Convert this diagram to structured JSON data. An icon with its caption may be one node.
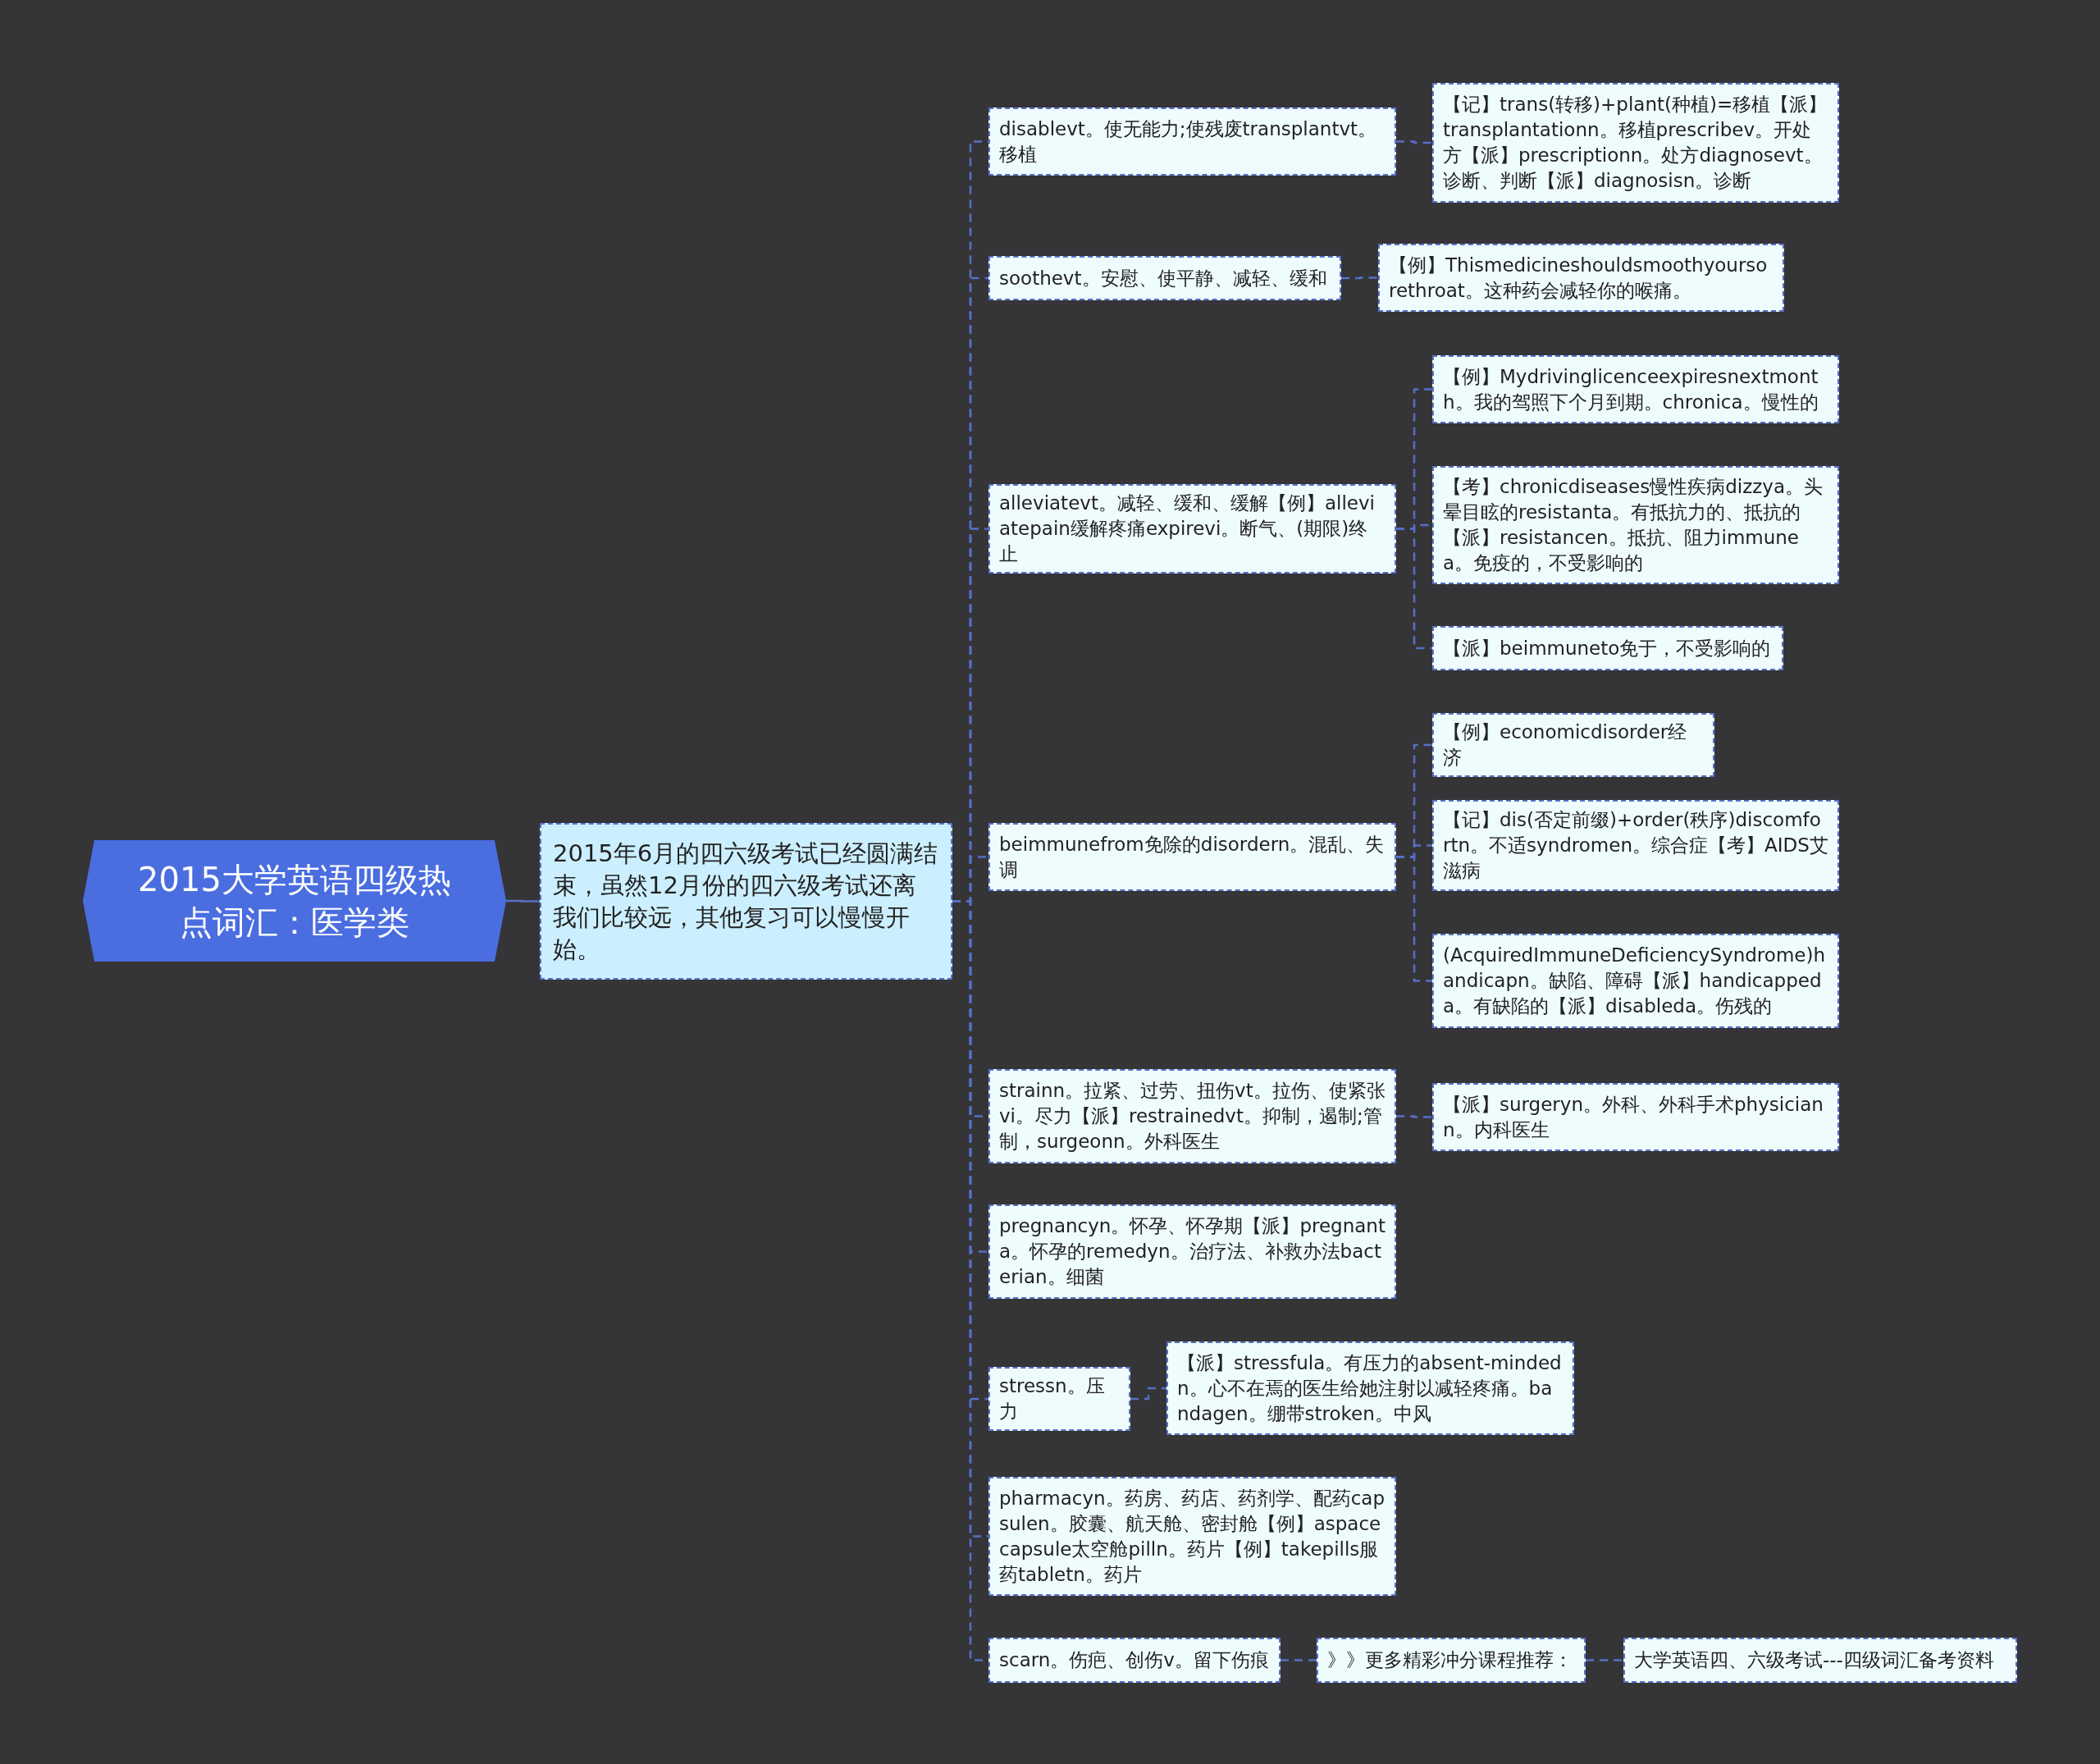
{
  "diagram": {
    "nodes": [
      {
        "text": [
          "2015大学英语四级热点词汇：医学类"
        ]
      },
      {
        "text": [
          "2015年6月的四六级考试已经圆满结束，虽然12月份的四六级考试还离我们比较远，其他复习可以慢慢开始。"
        ]
      },
      {
        "text": [
          "disablevt。使无能力;使残废transplantvt。移植"
        ]
      },
      {
        "text": [
          "【记】trans(转移)+plant(种植)=移植【派】transplantationn。移植prescribev。开处方【派】prescriptionn。处方diagnosevt。诊断、判断【派】diagnosisn。诊断"
        ]
      },
      {
        "text": [
          "soothevt。安慰、使平静、减轻、缓和"
        ]
      },
      {
        "text": [
          "【例】Thismedicineshouldsmoothyoursorethroat。这种药会减轻你的喉痛。"
        ]
      },
      {
        "text": [
          "alleviatevt。减轻、缓和、缓解【例】alleviatepain缓解疼痛expirevi。断气、(期限)终止"
        ]
      },
      {
        "text": [
          "【例】Mydrivinglicenceexpiresnextmonth。我的驾照下个月到期。chronica。慢性的"
        ]
      },
      {
        "text": [
          "【考】chronicdiseases慢性疾病dizzya。头晕目眩的resistanta。有抵抗力的、抵抗的【派】resistancen。抵抗、阻力immunea。免疫的，不受影响的"
        ]
      },
      {
        "text": [
          "【派】beimmuneto免于，不受影响的"
        ]
      },
      {
        "text": [
          "beimmunefrom免除的disordern。混乱、失调"
        ]
      },
      {
        "text": [
          "【例】economicdisorder经济"
        ]
      },
      {
        "text": [
          "【记】dis(否定前缀)+order(秩序)discomfortn。不适syndromen。综合症【考】AIDS艾滋病"
        ]
      },
      {
        "text": [
          "(AcquiredImmuneDeficiencySyndrome)handicapn。缺陷、障碍【派】handicappeda。有缺陷的【派】disableda。伤残的"
        ]
      },
      {
        "text": [
          "strainn。拉紧、过劳、扭伤vt。拉伤、使紧张vi。尽力【派】restrainedvt。抑制，遏制;管制，surgeonn。外科医生"
        ]
      },
      {
        "text": [
          "【派】surgeryn。外科、外科手术physiciann。内科医生"
        ]
      },
      {
        "text": [
          "pregnancyn。怀孕、怀孕期【派】pregnanta。怀孕的remedyn。治疗法、补救办法bacterian。细菌"
        ]
      },
      {
        "text": [
          "stressn。压力"
        ]
      },
      {
        "text": [
          "【派】stressfula。有压力的absent-mindedn。心不在焉的医生给她注射以减轻疼痛。bandagen。绷带stroken。中风"
        ]
      },
      {
        "text": [
          "pharmacyn。药房、药店、药剂学、配药capsulen。胶囊、航天舱、密封舱【例】aspacecapsule太空舱pilln。药片【例】takepills服药tabletn。药片"
        ]
      },
      {
        "text": [
          "scarn。伤疤、创伤v。留下伤痕"
        ]
      },
      {
        "text": [
          "》》更多精彩冲分课程推荐："
        ]
      },
      {
        "text": [
          "大学英语四、六级考试---四级词汇备考资料"
        ]
      }
    ],
    "edges": [
      {
        "from": 0,
        "to": 1,
        "arrow": "none"
      },
      {
        "from": 1,
        "to": 2,
        "arrow": "none",
        "style": "dashed"
      },
      {
        "from": 2,
        "to": 3,
        "arrow": "none",
        "style": "dashed"
      },
      {
        "from": 1,
        "to": 4,
        "arrow": "none",
        "style": "dashed"
      },
      {
        "from": 4,
        "to": 5,
        "arrow": "none",
        "style": "dashed"
      },
      {
        "from": 1,
        "to": 6,
        "arrow": "none",
        "style": "dashed"
      },
      {
        "from": 6,
        "to": 7,
        "arrow": "none",
        "style": "dashed"
      },
      {
        "from": 6,
        "to": 8,
        "arrow": "none",
        "style": "dashed"
      },
      {
        "from": 6,
        "to": 9,
        "arrow": "none",
        "style": "dashed"
      },
      {
        "from": 1,
        "to": 10,
        "arrow": "none",
        "style": "dashed"
      },
      {
        "from": 10,
        "to": 11,
        "arrow": "none",
        "style": "dashed"
      },
      {
        "from": 10,
        "to": 12,
        "arrow": "none",
        "style": "dashed"
      },
      {
        "from": 10,
        "to": 13,
        "arrow": "none",
        "style": "dashed"
      },
      {
        "from": 1,
        "to": 14,
        "arrow": "none",
        "style": "dashed"
      },
      {
        "from": 14,
        "to": 15,
        "arrow": "none",
        "style": "dashed"
      },
      {
        "from": 1,
        "to": 16,
        "arrow": "none",
        "style": "dashed"
      },
      {
        "from": 1,
        "to": 17,
        "arrow": "none",
        "style": "dashed"
      },
      {
        "from": 17,
        "to": 18,
        "arrow": "none",
        "style": "dashed"
      },
      {
        "from": 1,
        "to": 19,
        "arrow": "none",
        "style": "dashed"
      },
      {
        "from": 1,
        "to": 20,
        "arrow": "none",
        "style": "dashed"
      },
      {
        "from": 20,
        "to": 21,
        "arrow": "none",
        "style": "dashed"
      },
      {
        "from": 21,
        "to": 22,
        "arrow": "none",
        "style": "dashed"
      }
    ]
  }
}
